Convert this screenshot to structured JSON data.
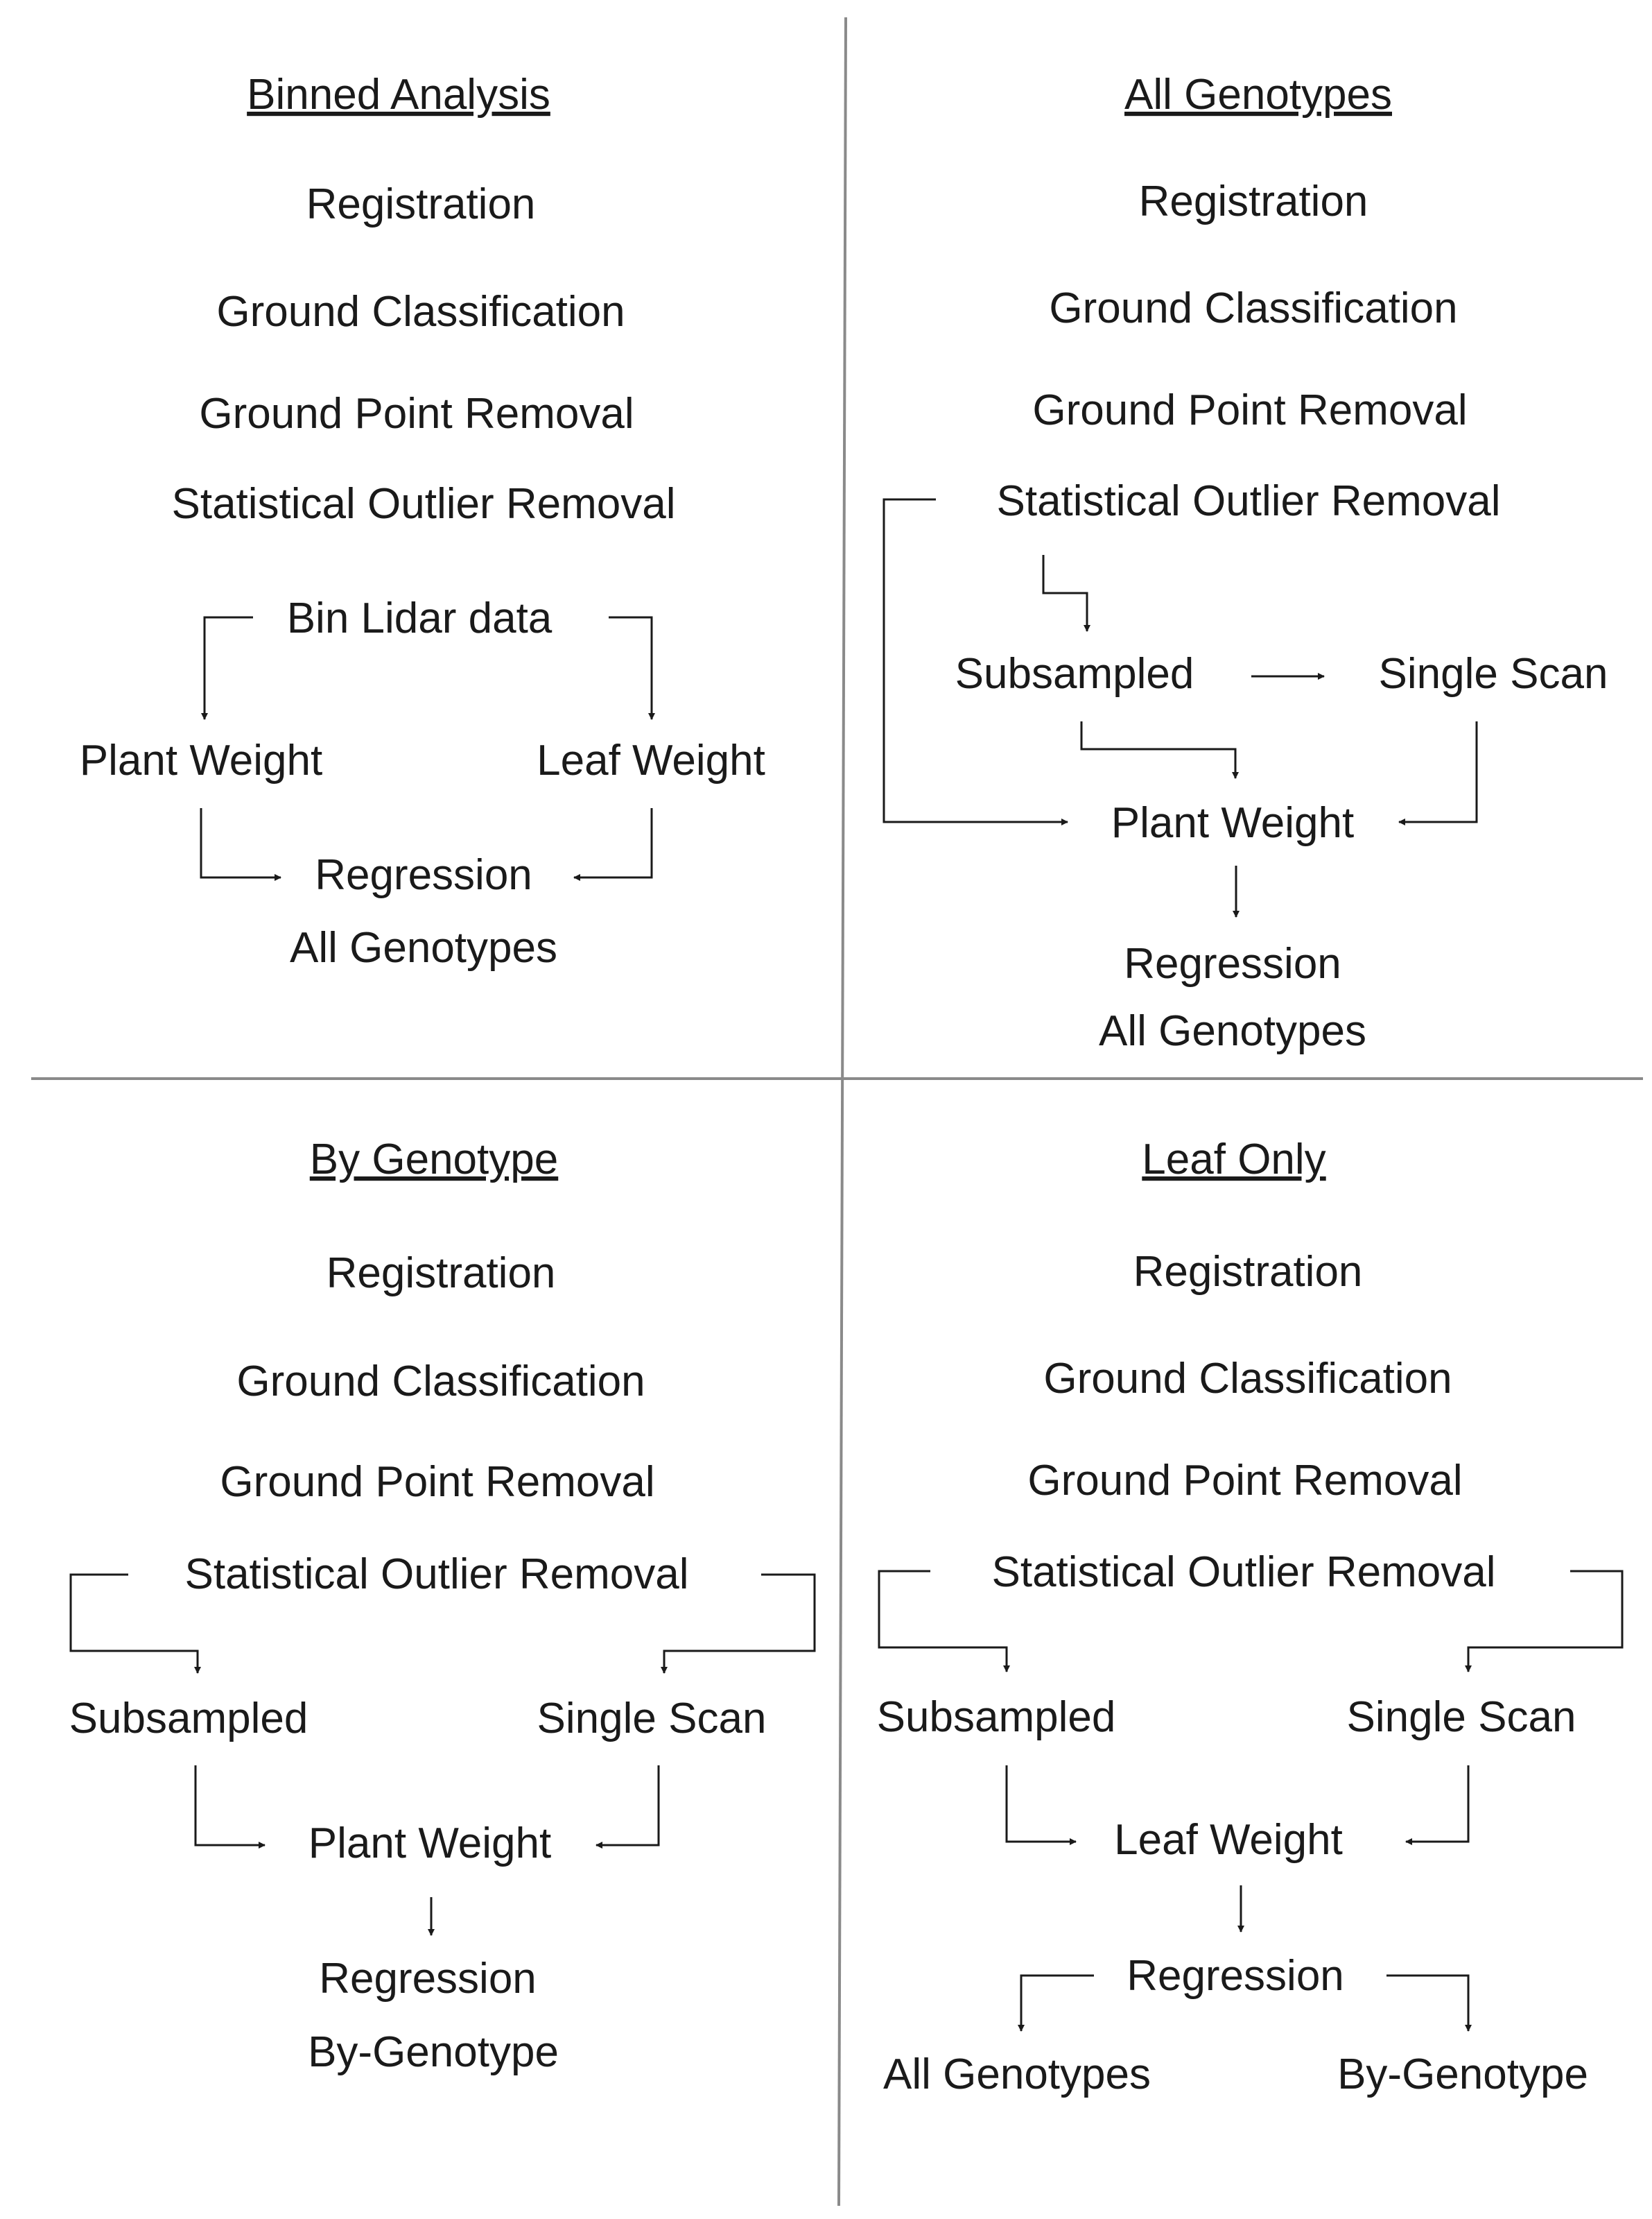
{
  "quadrants": {
    "binned": {
      "title": "Binned Analysis",
      "registration": "Registration",
      "ground_classification": "Ground Classification",
      "ground_point_removal": "Ground Point Removal",
      "statistical_outlier_removal": "Statistical Outlier Removal",
      "bin_lidar_data": "Bin Lidar data",
      "plant_weight": "Plant Weight",
      "leaf_weight": "Leaf Weight",
      "regression": "Regression",
      "regression_scope": "All Genotypes"
    },
    "all_genotypes": {
      "title": "All Genotypes",
      "registration": "Registration",
      "ground_classification": "Ground Classification",
      "ground_point_removal": "Ground Point Removal",
      "statistical_outlier_removal": "Statistical Outlier Removal",
      "subsampled": "Subsampled",
      "single_scan": "Single Scan",
      "plant_weight": "Plant Weight",
      "regression": "Regression",
      "regression_scope": "All Genotypes"
    },
    "by_genotype": {
      "title": "By Genotype",
      "registration": "Registration",
      "ground_classification": "Ground Classification",
      "ground_point_removal": "Ground Point Removal",
      "statistical_outlier_removal": "Statistical Outlier Removal",
      "subsampled": "Subsampled",
      "single_scan": "Single Scan",
      "plant_weight": "Plant Weight",
      "regression": "Regression",
      "regression_scope": "By-Genotype"
    },
    "leaf_only": {
      "title": "Leaf Only",
      "registration": "Registration",
      "ground_classification": "Ground Classification",
      "ground_point_removal": "Ground Point Removal",
      "statistical_outlier_removal": "Statistical Outlier Removal",
      "subsampled": "Subsampled",
      "single_scan": "Single Scan",
      "leaf_weight": "Leaf Weight",
      "regression": "Regression",
      "all_genotypes": "All Genotypes",
      "by_genotype": "By-Genotype"
    }
  }
}
